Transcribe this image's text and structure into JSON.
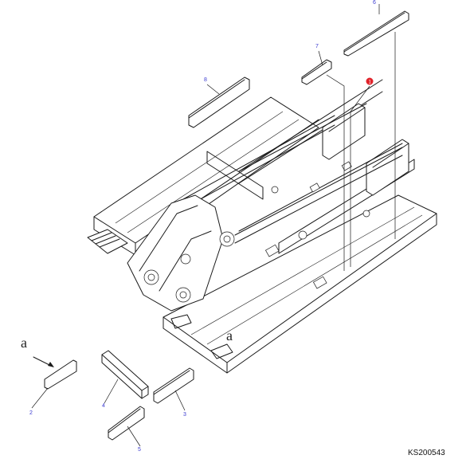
{
  "diagram": {
    "drawing_code": "KS200543",
    "view_letters": [
      "a",
      "a"
    ],
    "callouts": [
      {
        "id": "callout-1",
        "label": "1",
        "highlight": "#e0222a"
      },
      {
        "id": "callout-2",
        "label": "2"
      },
      {
        "id": "callout-3",
        "label": "3"
      },
      {
        "id": "callout-4",
        "label": "4"
      },
      {
        "id": "callout-5",
        "label": "5"
      },
      {
        "id": "callout-6",
        "label": "6"
      },
      {
        "id": "callout-7",
        "label": "7"
      },
      {
        "id": "callout-8",
        "label": "8"
      }
    ],
    "colors": {
      "line": "#1a1a1a",
      "callout_text": "#3a3ad0",
      "highlight": "#e0222a"
    }
  }
}
